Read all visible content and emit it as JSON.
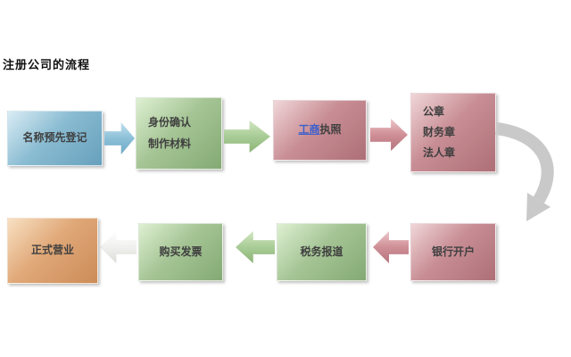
{
  "title": "注册公司的流程",
  "diagram": {
    "steps": {
      "name_preregister": {
        "label": "名称预先登记"
      },
      "identity": {
        "line1": "身份确认",
        "line2": "制作材料"
      },
      "license": {
        "link": "工商",
        "suffix": "执照"
      },
      "seals": {
        "line1": "公章",
        "line2": "财务章",
        "line3": "法人章"
      },
      "bank": {
        "label": "银行开户"
      },
      "tax": {
        "label": "税务报道"
      },
      "invoice": {
        "label": "购买发票"
      },
      "open": {
        "label": "正式营业"
      }
    },
    "colors": {
      "blue_box": "#7fb2ca",
      "green_box": "#a3c293",
      "pink_box": "#c4888f",
      "orange_box": "#dda377",
      "blue_arrow": "#8cc0d8",
      "green_arrow": "#a9cc96",
      "pink_arrow": "#cf8f96",
      "white_arrow": "#f0f0ee",
      "gray_connector": "#c9c9c9",
      "link_text": "#3a5fcd"
    }
  }
}
